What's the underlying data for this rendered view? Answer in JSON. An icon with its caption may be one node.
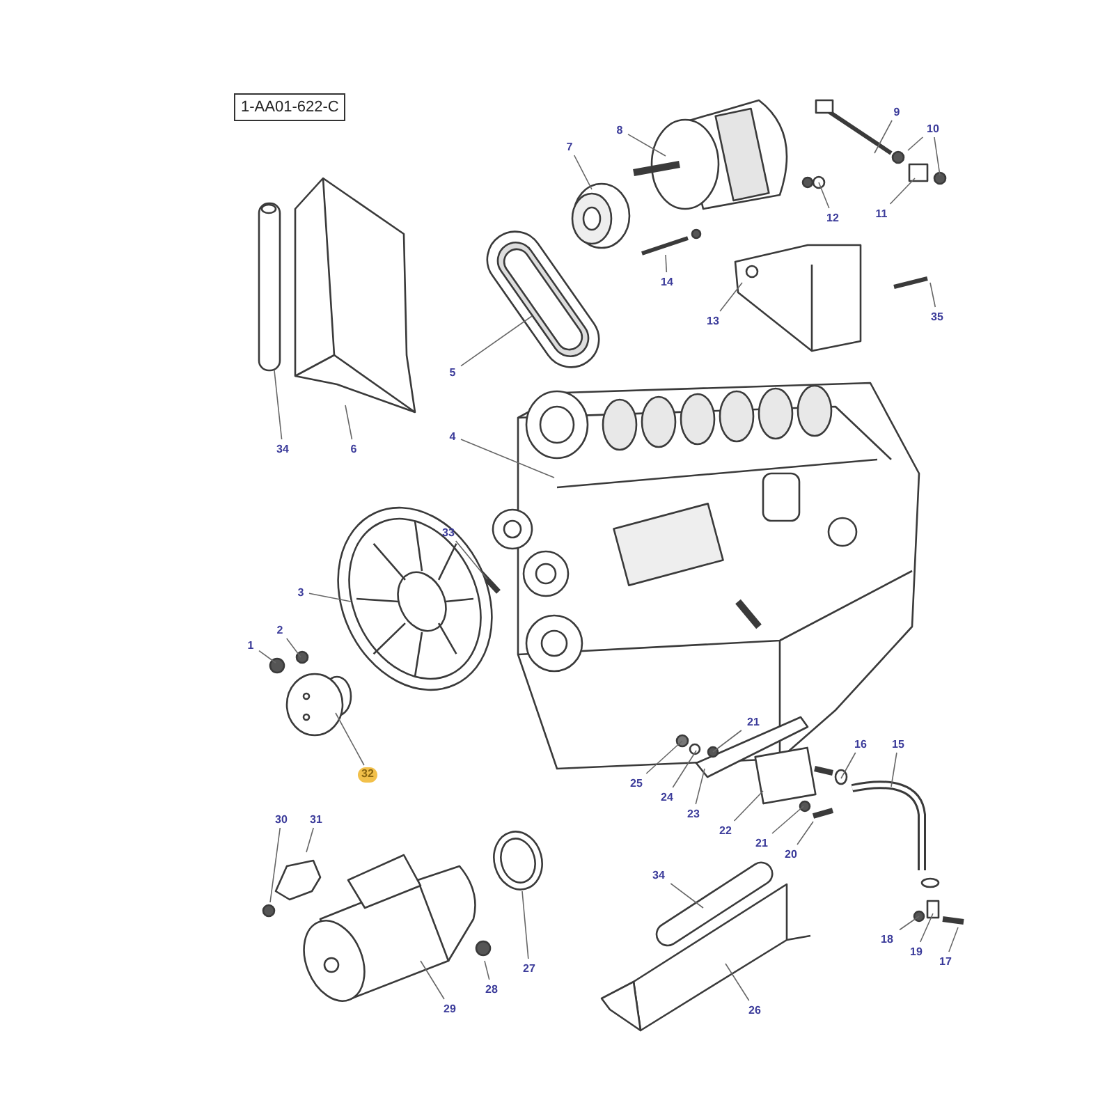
{
  "diagram": {
    "nodes": [
      {
        "text": [
          "1-AA01-622-C"
        ]
      },
      {
        "text": [
          "7"
        ]
      },
      {
        "text": [
          "8"
        ]
      },
      {
        "text": [
          "9"
        ]
      },
      {
        "text": [
          "10"
        ]
      },
      {
        "text": [
          "11"
        ]
      },
      {
        "text": [
          "12"
        ]
      },
      {
        "text": [
          "14"
        ]
      },
      {
        "text": [
          "13"
        ]
      },
      {
        "text": [
          "35"
        ]
      },
      {
        "text": [
          "5"
        ]
      },
      {
        "text": [
          "4"
        ]
      },
      {
        "text": [
          "34"
        ]
      },
      {
        "text": [
          "6"
        ]
      },
      {
        "text": [
          "33"
        ]
      },
      {
        "text": [
          "3"
        ]
      },
      {
        "text": [
          "2"
        ]
      },
      {
        "text": [
          "1"
        ]
      },
      {
        "text": [
          "21"
        ]
      },
      {
        "text": [
          "16"
        ]
      },
      {
        "text": [
          "15"
        ]
      },
      {
        "text": [
          "32"
        ]
      },
      {
        "text": [
          "25"
        ]
      },
      {
        "text": [
          "24"
        ]
      },
      {
        "text": [
          "23"
        ]
      },
      {
        "text": [
          "22"
        ]
      },
      {
        "text": [
          "21"
        ]
      },
      {
        "text": [
          "20"
        ]
      },
      {
        "text": [
          "30"
        ]
      },
      {
        "text": [
          "31"
        ]
      },
      {
        "text": [
          "34"
        ]
      },
      {
        "text": [
          "18"
        ]
      },
      {
        "text": [
          "19"
        ]
      },
      {
        "text": [
          "17"
        ]
      },
      {
        "text": [
          "27"
        ]
      },
      {
        "text": [
          "28"
        ]
      },
      {
        "text": [
          "29"
        ]
      },
      {
        "text": [
          "26"
        ]
      }
    ],
    "edges": [
      {
        "from": 1,
        "to": null,
        "arrow": "none"
      },
      {
        "from": 2,
        "to": null,
        "arrow": "none"
      },
      {
        "from": 3,
        "to": null,
        "arrow": "none"
      },
      {
        "from": 4,
        "to": null,
        "arrow": "none"
      },
      {
        "from": 4,
        "to": null,
        "arrow": "none"
      },
      {
        "from": 5,
        "to": null,
        "arrow": "none"
      },
      {
        "from": 6,
        "to": null,
        "arrow": "none"
      },
      {
        "from": 7,
        "to": null,
        "arrow": "none"
      },
      {
        "from": 8,
        "to": null,
        "arrow": "none"
      },
      {
        "from": 9,
        "to": null,
        "arrow": "none"
      },
      {
        "from": 10,
        "to": null,
        "arrow": "none"
      },
      {
        "from": 11,
        "to": null,
        "arrow": "none"
      },
      {
        "from": 12,
        "to": null,
        "arrow": "none"
      },
      {
        "from": 13,
        "to": null,
        "arrow": "none"
      },
      {
        "from": 14,
        "to": null,
        "arrow": "none"
      },
      {
        "from": 15,
        "to": null,
        "arrow": "none"
      },
      {
        "from": 16,
        "to": null,
        "arrow": "none"
      },
      {
        "from": 17,
        "to": null,
        "arrow": "none"
      },
      {
        "from": 18,
        "to": null,
        "arrow": "none"
      },
      {
        "from": 19,
        "to": null,
        "arrow": "none"
      },
      {
        "from": 20,
        "to": null,
        "arrow": "none"
      },
      {
        "from": 21,
        "to": null,
        "arrow": "none"
      },
      {
        "from": 22,
        "to": null,
        "arrow": "none"
      },
      {
        "from": 23,
        "to": null,
        "arrow": "none"
      },
      {
        "from": 24,
        "to": null,
        "arrow": "none"
      },
      {
        "from": 25,
        "to": null,
        "arrow": "none"
      },
      {
        "from": 26,
        "to": null,
        "arrow": "none"
      },
      {
        "from": 27,
        "to": null,
        "arrow": "none"
      },
      {
        "from": 28,
        "to": null,
        "arrow": "none"
      },
      {
        "from": 29,
        "to": null,
        "arrow": "none"
      },
      {
        "from": 30,
        "to": null,
        "arrow": "none"
      },
      {
        "from": 31,
        "to": null,
        "arrow": "none"
      },
      {
        "from": 32,
        "to": null,
        "arrow": "none"
      },
      {
        "from": 33,
        "to": null,
        "arrow": "none"
      },
      {
        "from": 34,
        "to": null,
        "arrow": "none"
      },
      {
        "from": 35,
        "to": null,
        "arrow": "none"
      },
      {
        "from": 36,
        "to": null,
        "arrow": "none"
      },
      {
        "from": 37,
        "to": null,
        "arrow": "none"
      }
    ]
  }
}
